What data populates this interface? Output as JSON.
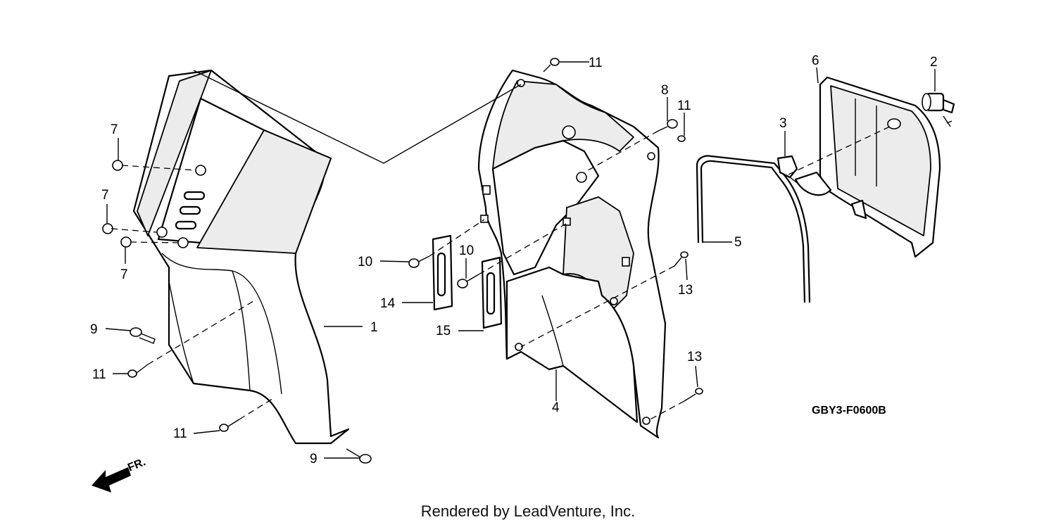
{
  "diagram": {
    "drawing_code": "GBY3-F0600B",
    "front_indicator": "FR.",
    "credit": "Rendered by LeadVenture, Inc.",
    "callouts": [
      "1",
      "2",
      "3",
      "4",
      "5",
      "6",
      "7",
      "8",
      "9",
      "10",
      "11",
      "13",
      "14",
      "15"
    ],
    "colors": {
      "line": "#000000",
      "panel_fill": "#ffffff",
      "shade_fill": "#ececec"
    }
  }
}
